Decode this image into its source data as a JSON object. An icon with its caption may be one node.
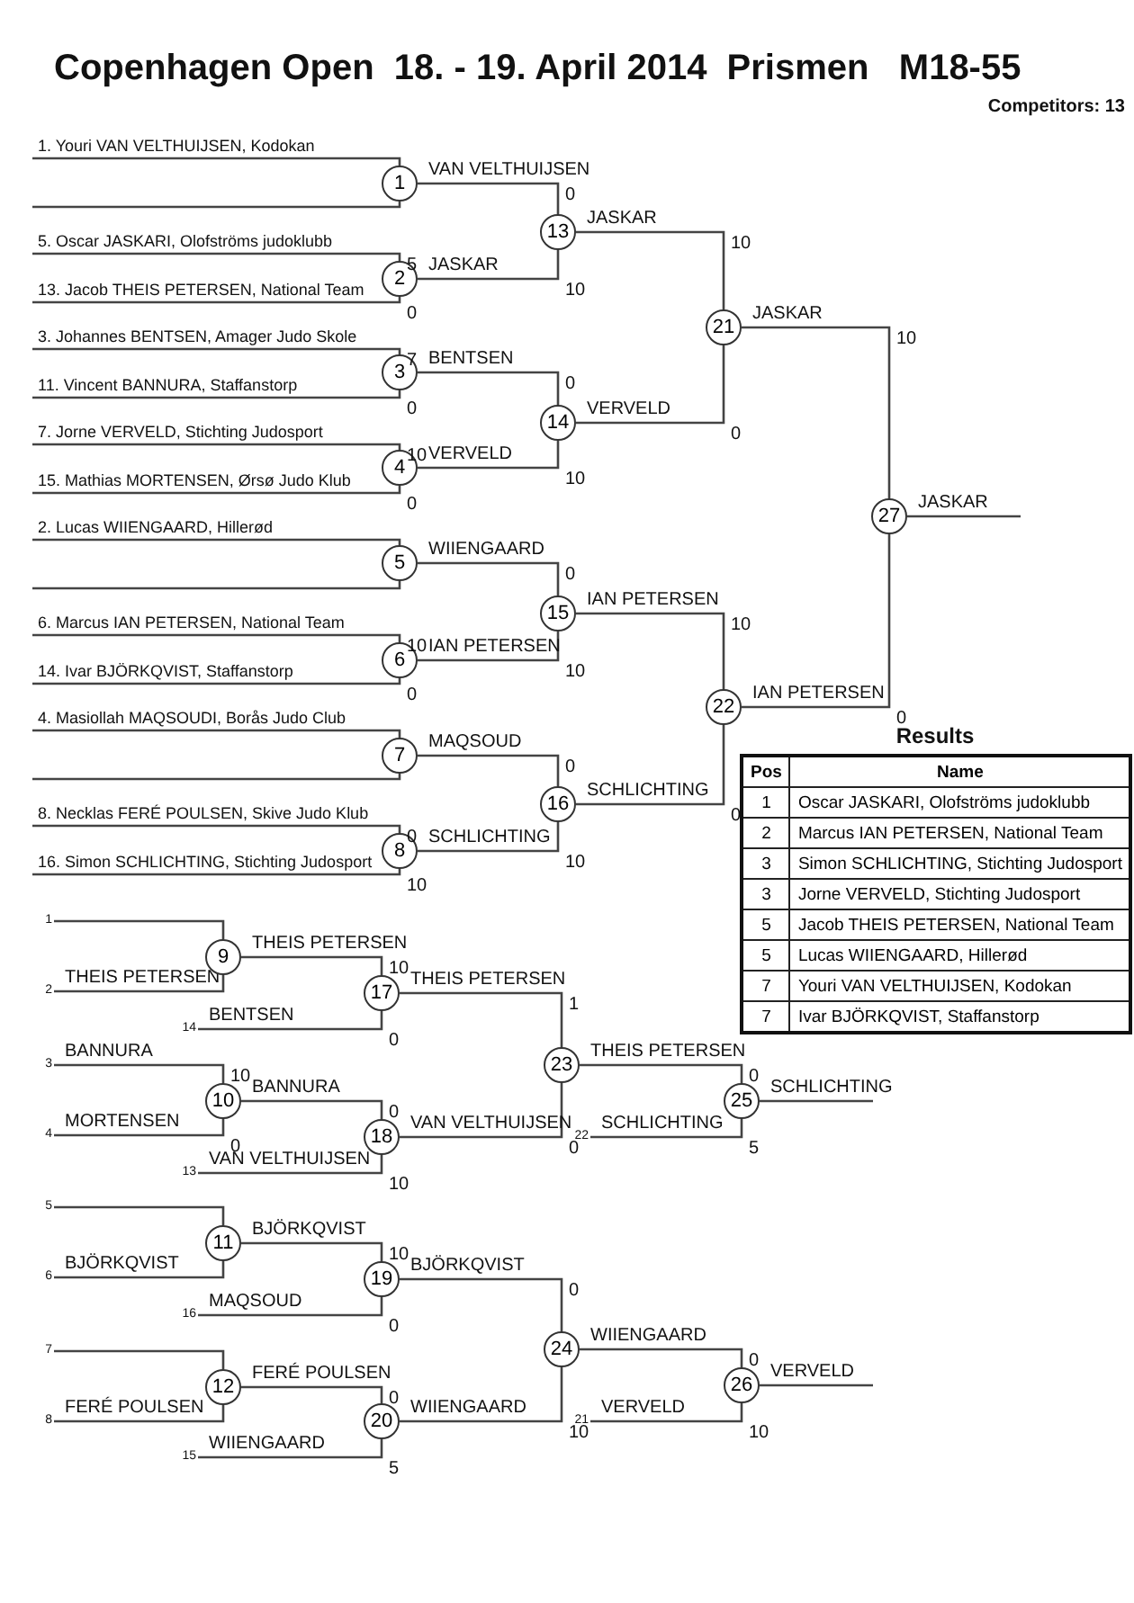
{
  "diagram": {
    "title": "Copenhagen Open  18. - 19. April 2014  Prismen   M18-55",
    "nodes": [
      {
        "text": [
          "1"
        ]
      },
      {
        "text": [
          "2"
        ]
      },
      {
        "text": [
          "3"
        ]
      },
      {
        "text": [
          "4"
        ]
      },
      {
        "text": [
          "5"
        ]
      },
      {
        "text": [
          "6"
        ]
      },
      {
        "text": [
          "7"
        ]
      },
      {
        "text": [
          "8"
        ]
      },
      {
        "text": [
          "13"
        ]
      },
      {
        "text": [
          "14"
        ]
      },
      {
        "text": [
          "15"
        ]
      },
      {
        "text": [
          "16"
        ]
      },
      {
        "text": [
          "21"
        ]
      },
      {
        "text": [
          "22"
        ]
      },
      {
        "text": [
          "27"
        ]
      },
      {
        "text": [
          "9"
        ]
      },
      {
        "text": [
          "17"
        ]
      },
      {
        "text": [
          "10"
        ]
      },
      {
        "text": [
          "18"
        ]
      },
      {
        "text": [
          "23"
        ]
      },
      {
        "text": [
          "25"
        ]
      },
      {
        "text": [
          "11"
        ]
      },
      {
        "text": [
          "19"
        ]
      },
      {
        "text": [
          "12"
        ]
      },
      {
        "text": [
          "20"
        ]
      },
      {
        "text": [
          "24"
        ]
      },
      {
        "text": [
          "26"
        ]
      },
      {
        "text": [
          "1"
        ]
      },
      {
        "text": [
          "2"
        ]
      },
      {
        "text": [
          "14"
        ]
      },
      {
        "text": [
          "3"
        ]
      },
      {
        "text": [
          "4"
        ]
      },
      {
        "text": [
          "13"
        ]
      },
      {
        "text": [
          "22"
        ]
      },
      {
        "text": [
          "5"
        ]
      },
      {
        "text": [
          "6"
        ]
      },
      {
        "text": [
          "16"
        ]
      },
      {
        "text": [
          "7"
        ]
      },
      {
        "text": [
          "8"
        ]
      },
      {
        "text": [
          "15"
        ]
      },
      {
        "text": [
          "21"
        ]
      }
    ],
    "edges": [
      {
        "from": null,
        "to": 0,
        "arrow": "none",
        "label": "1. Youri VAN VELTHUIJSEN, Kodokan"
      },
      {
        "from": null,
        "to": 0,
        "arrow": "none"
      },
      {
        "from": null,
        "to": 1,
        "arrow": "none",
        "label": "5. Oscar JASKARI, Olofströms judoklubb"
      },
      {
        "from": null,
        "to": 1,
        "arrow": "none",
        "label": "13. Jacob THEIS PETERSEN, National Team"
      },
      {
        "from": null,
        "to": 2,
        "arrow": "none",
        "label": "3. Johannes BENTSEN, Amager Judo Skole"
      },
      {
        "from": null,
        "to": 2,
        "arrow": "none",
        "label": "11. Vincent BANNURA, Staffanstorp"
      },
      {
        "from": null,
        "to": 3,
        "arrow": "none",
        "label": "7. Jorne VERVELD, Stichting Judosport"
      },
      {
        "from": null,
        "to": 3,
        "arrow": "none",
        "label": "15. Mathias MORTENSEN, Ørsø Judo Klub"
      },
      {
        "from": 0,
        "to": 8,
        "arrow": "none",
        "label": "VAN VELTHUIJSEN"
      },
      {
        "from": 1,
        "to": 8,
        "arrow": "none",
        "label": "JASKAR"
      },
      {
        "from": 2,
        "to": 9,
        "arrow": "none",
        "label": "BENTSEN"
      },
      {
        "from": 3,
        "to": 9,
        "arrow": "none",
        "label": "VERVELD"
      },
      {
        "from": 8,
        "to": 12,
        "arrow": "none",
        "label": "JASKAR"
      },
      {
        "from": 9,
        "to": 12,
        "arrow": "none",
        "label": "VERVELD"
      },
      {
        "from": null,
        "to": 4,
        "arrow": "none",
        "label": "2. Lucas WIIENGAARD, Hillerød"
      },
      {
        "from": null,
        "to": 4,
        "arrow": "none"
      },
      {
        "from": null,
        "to": 5,
        "arrow": "none",
        "label": "6. Marcus IAN PETERSEN, National Team"
      },
      {
        "from": null,
        "to": 5,
        "arrow": "none",
        "label": "14. Ivar BJÖRKQVIST, Staffanstorp"
      },
      {
        "from": null,
        "to": 6,
        "arrow": "none",
        "label": "4. Masiollah MAQSOUDI, Borås Judo Club"
      },
      {
        "from": null,
        "to": 6,
        "arrow": "none"
      },
      {
        "from": null,
        "to": 7,
        "arrow": "none",
        "label": "8. Necklas FERÉ POULSEN, Skive Judo Klub"
      },
      {
        "from": null,
        "to": 7,
        "arrow": "none",
        "label": "16. Simon SCHLICHTING, Stichting Judosport"
      },
      {
        "from": 4,
        "to": 10,
        "arrow": "none",
        "label": "WIIENGAARD"
      },
      {
        "from": 5,
        "to": 10,
        "arrow": "none",
        "label": "IAN PETERSEN"
      },
      {
        "from": 6,
        "to": 11,
        "arrow": "none",
        "label": "MAQSOUD"
      },
      {
        "from": 7,
        "to": 11,
        "arrow": "none",
        "label": "SCHLICHTING"
      },
      {
        "from": 10,
        "to": 13,
        "arrow": "none",
        "label": "IAN PETERSEN"
      },
      {
        "from": 11,
        "to": 13,
        "arrow": "none",
        "label": "SCHLICHTING"
      },
      {
        "from": 12,
        "to": 14,
        "arrow": "none",
        "label": "JASKAR"
      },
      {
        "from": 13,
        "to": 14,
        "arrow": "none",
        "label": "IAN PETERSEN"
      },
      {
        "from": 14,
        "to": null,
        "arrow": "none",
        "label": "JASKAR"
      },
      {
        "from": 27,
        "to": 15,
        "arrow": "none"
      },
      {
        "from": 28,
        "to": 15,
        "arrow": "none",
        "label": "THEIS PETERSEN"
      },
      {
        "from": 15,
        "to": 16,
        "arrow": "none",
        "label": "THEIS PETERSEN"
      },
      {
        "from": 29,
        "to": 16,
        "arrow": "none",
        "label": "BENTSEN"
      },
      {
        "from": 30,
        "to": 17,
        "arrow": "none",
        "label": "BANNURA"
      },
      {
        "from": 31,
        "to": 17,
        "arrow": "none",
        "label": "MORTENSEN"
      },
      {
        "from": 17,
        "to": 18,
        "arrow": "none",
        "label": "BANNURA"
      },
      {
        "from": 32,
        "to": 18,
        "arrow": "none",
        "label": "VAN VELTHUIJSEN"
      },
      {
        "from": 16,
        "to": 19,
        "arrow": "none",
        "label": "THEIS PETERSEN"
      },
      {
        "from": 18,
        "to": 19,
        "arrow": "none",
        "label": "VAN VELTHUIJSEN"
      },
      {
        "from": 19,
        "to": 20,
        "arrow": "none",
        "label": "THEIS PETERSEN"
      },
      {
        "from": 33,
        "to": 20,
        "arrow": "none",
        "label": "SCHLICHTING"
      },
      {
        "from": 20,
        "to": null,
        "arrow": "none",
        "label": "SCHLICHTING"
      },
      {
        "from": 34,
        "to": 21,
        "arrow": "none"
      },
      {
        "from": 35,
        "to": 21,
        "arrow": "none",
        "label": "BJÖRKQVIST"
      },
      {
        "from": 21,
        "to": 22,
        "arrow": "none",
        "label": "BJÖRKQVIST"
      },
      {
        "from": 36,
        "to": 22,
        "arrow": "none",
        "label": "MAQSOUD"
      },
      {
        "from": 37,
        "to": 23,
        "arrow": "none"
      },
      {
        "from": 38,
        "to": 23,
        "arrow": "none",
        "label": "FERÉ POULSEN"
      },
      {
        "from": 23,
        "to": 24,
        "arrow": "none",
        "label": "FERÉ POULSEN"
      },
      {
        "from": 39,
        "to": 24,
        "arrow": "none",
        "label": "WIIENGAARD"
      },
      {
        "from": 22,
        "to": 25,
        "arrow": "none",
        "label": "BJÖRKQVIST"
      },
      {
        "from": 24,
        "to": 25,
        "arrow": "none",
        "label": "WIIENGAARD"
      },
      {
        "from": 25,
        "to": 26,
        "arrow": "none",
        "label": "WIIENGAARD"
      },
      {
        "from": 40,
        "to": 26,
        "arrow": "none",
        "label": "VERVELD"
      },
      {
        "from": 26,
        "to": null,
        "arrow": "none",
        "label": "VERVELD"
      }
    ],
    "labels": [
      "Competitors: 13",
      "5",
      "0",
      "7",
      "0",
      "10",
      "0",
      "0",
      "10",
      "0",
      "10",
      "10",
      "0",
      "10",
      "0",
      "0",
      "10",
      "0",
      "10",
      "0",
      "10",
      "10",
      "0",
      "10",
      "0",
      "10",
      "0",
      "10",
      "0",
      "0",
      "10",
      "1",
      "0",
      "0",
      "5",
      "10",
      "0",
      "0",
      "5",
      "0",
      "10",
      "0",
      "10",
      "Results",
      "Pos",
      "Name",
      "1",
      "Oscar JASKARI, Olofströms judoklubb",
      "2",
      "Marcus IAN PETERSEN, National Team",
      "3",
      "Simon SCHLICHTING, Stichting Judosport",
      "3",
      "Jorne VERVELD, Stichting Judosport",
      "5",
      "Jacob THEIS PETERSEN, National Team",
      "5",
      "Lucas WIIENGAARD, Hillerød",
      "7",
      "Youri VAN VELTHUIJSEN, Kodokan",
      "7",
      "Ivar BJÖRKQVIST, Staffanstorp"
    ]
  }
}
